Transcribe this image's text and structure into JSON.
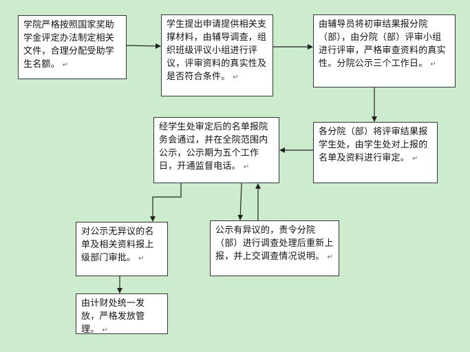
{
  "boxes": {
    "b1": {
      "text": "学院严格按照国家奖助学金评定办法制定相关文件，合理分配受助学生名额。"
    },
    "b2": {
      "text": "学生提出申请提供相关支撑材料，由辅导调查，组织班级评议小组进行评议，评审资料的真实性及是否符合条件。"
    },
    "b3": {
      "text": "由辅导员将初审结果报分院（部），由分院（部）评审小组进行评审，严格审查资料的真实性。分院公示三个工作日。"
    },
    "b4": {
      "text": "各分院（部）将评审结果报学生处，由学生处对上报的名单及资料进行审定。"
    },
    "b5": {
      "text": "经学生处审定后的名单报院务会通过，并在全院范围内公示，公示期为五个工作日，开通监督电话。"
    },
    "b6": {
      "text": "对公示无异议的名单及相关资料报上级部门审批。"
    },
    "b7": {
      "text": "公示有异议的，责令分院（部）进行调查处理后重新上报，并上交调查情况说明。"
    },
    "b8": {
      "text": "由计财处统一发放，严格发放管理。"
    }
  },
  "paragraph_mark": "↵"
}
